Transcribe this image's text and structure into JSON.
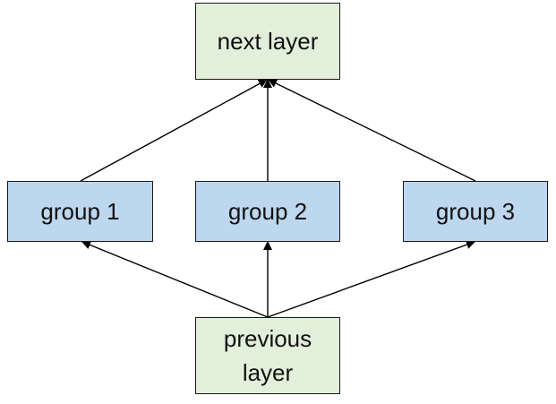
{
  "diagram": {
    "nodes": {
      "next_layer": {
        "label": "next layer"
      },
      "group_1": {
        "label": "group 1"
      },
      "group_2": {
        "label": "group 2"
      },
      "group_3": {
        "label": "group 3"
      },
      "previous_layer": {
        "label_line1": "previous",
        "label_line2": "layer"
      }
    },
    "edges": [
      {
        "from": "previous layer",
        "to": "group 1"
      },
      {
        "from": "previous layer",
        "to": "group 2"
      },
      {
        "from": "previous layer",
        "to": "group 3"
      },
      {
        "from": "group 1",
        "to": "next layer"
      },
      {
        "from": "group 2",
        "to": "next layer"
      },
      {
        "from": "group 3",
        "to": "next layer"
      }
    ],
    "colors": {
      "layer_fill": "#e2efda",
      "group_fill": "#bdd7ee",
      "border": "#1a1a1a",
      "arrow": "#000000"
    }
  }
}
